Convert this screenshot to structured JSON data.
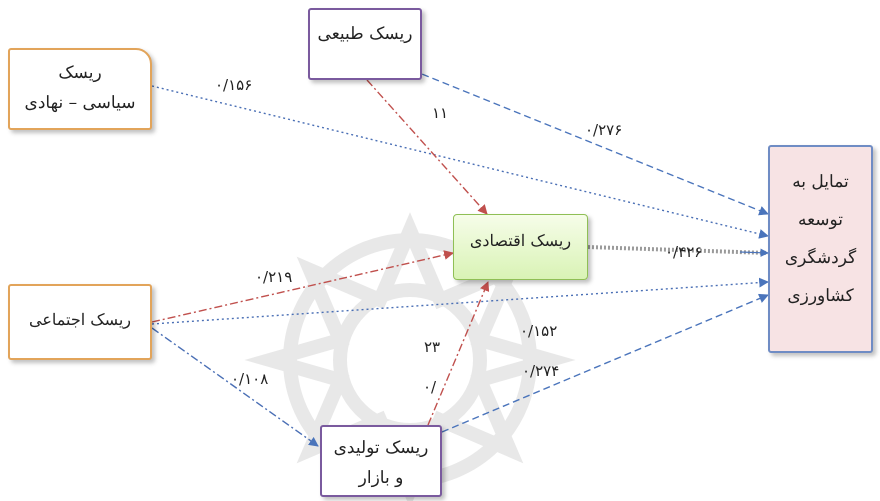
{
  "nodes": {
    "natural_risk": {
      "lines": [
        "ریسک طبیعی"
      ],
      "fill": "#ffffff",
      "border": "#7a5a9e"
    },
    "political_risk": {
      "lines": [
        "ریسک",
        "سیاسی – نهادی"
      ],
      "fill": "#ffffff",
      "border": "#e2a45a"
    },
    "social_risk": {
      "lines": [
        "ریسک اجتماعی"
      ],
      "fill": "#ffffff",
      "border": "#e2a45a"
    },
    "economic_risk": {
      "lines": [
        "ریسک اقتصادی"
      ],
      "fill": "#eafbd2",
      "border": "#8fbf55"
    },
    "production_risk": {
      "lines": [
        "ریسک تولیدی",
        "و بازار"
      ],
      "fill": "#ffffff",
      "border": "#7a5a9e"
    },
    "tourism_intention": {
      "lines": [
        "تمایل به",
        "توسعه",
        "گردشگری",
        "کشاورزی"
      ],
      "fill": "#f7e3e4",
      "border": "#6f8cc4"
    }
  },
  "path_labels": {
    "political_to_intention": "۰/۱۵۶",
    "natural_to_economic": "۱۱",
    "natural_to_intention": "۰/۲۷۶",
    "social_to_economic": "۰/۲۱۹",
    "economic_to_intention": "۰/۴۲۶",
    "social_to_intention": "۰/۱۵۲",
    "production_to_economic": "۲۳",
    "production_to_economic_prefix": "۰/",
    "social_to_production": "۰/۱۰۸",
    "production_to_intention": "۰/۲۷۴"
  },
  "colors": {
    "blue_dotted": "#4a6fb5",
    "blue_dashed": "#4a74bb",
    "red_dashdot": "#c0504d",
    "blue_dashdot": "#4a6fb5",
    "watermark": "#e6e6e6"
  }
}
